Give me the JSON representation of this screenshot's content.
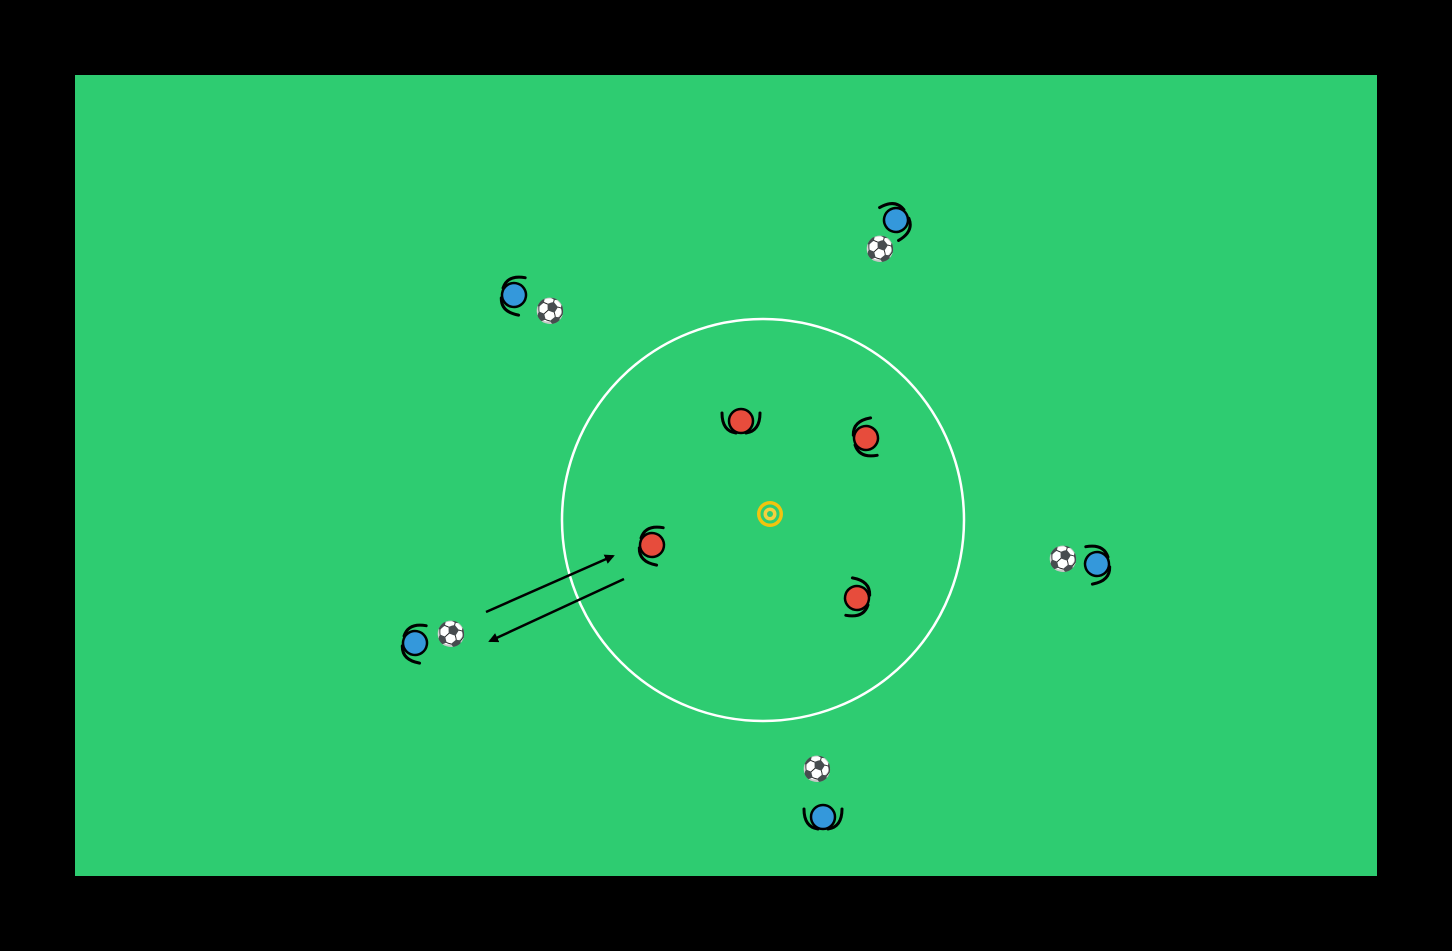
{
  "canvas": {
    "background_color": "#000000"
  },
  "pitch": {
    "color": "#2ecc71",
    "circle_color": "#ffffff"
  },
  "cone": {
    "icon": "cone-marker-icon",
    "color": "#f1c40f",
    "inner_color": "#f4d03f"
  },
  "teams": {
    "red": {
      "color": "#e74c3c",
      "role": "defenders",
      "count": 4
    },
    "blue": {
      "color": "#3498db",
      "role": "attackers",
      "count": 5
    }
  },
  "ball": {
    "icon": "soccer-ball-icon",
    "glyph": "⚽",
    "count": 5
  },
  "arrows": {
    "color": "#000000",
    "type": "pass-and-return",
    "count": 2
  }
}
